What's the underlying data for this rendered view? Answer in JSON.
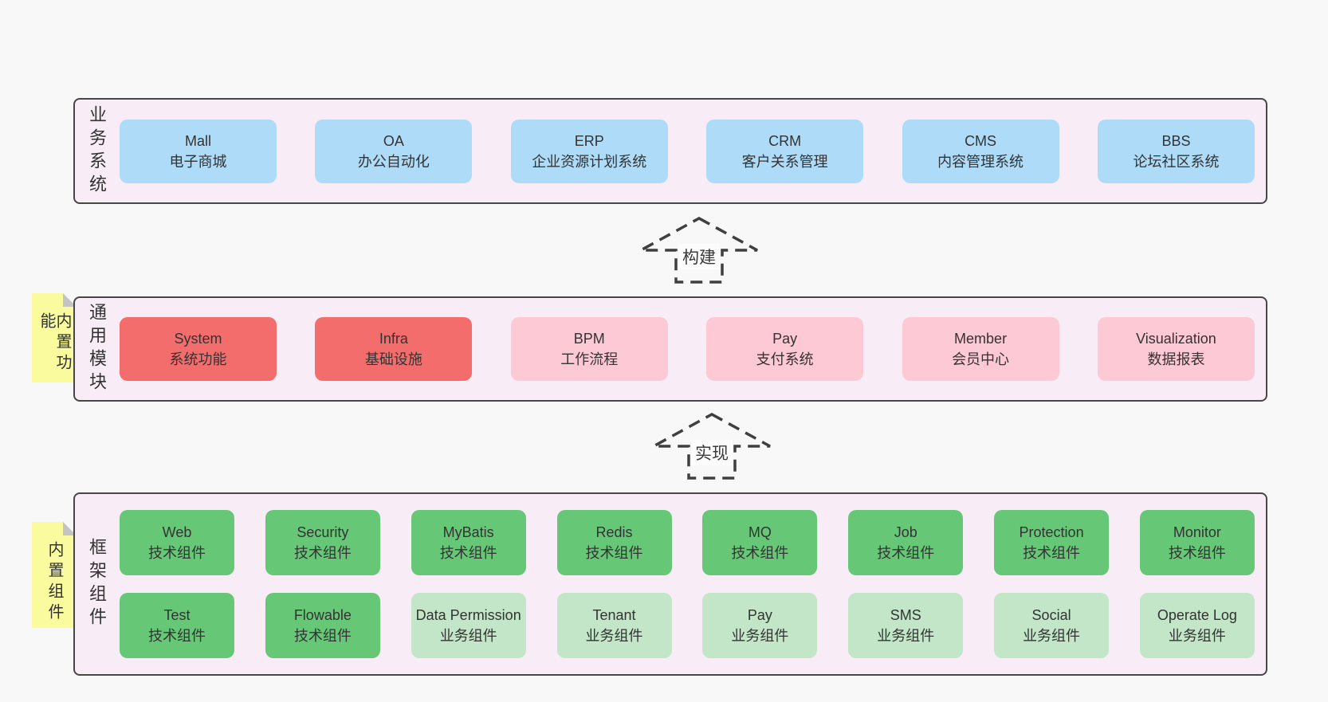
{
  "colors": {
    "page_bg": "#f8f8f8",
    "container_bg": "#f8edf6",
    "container_border": "#474747",
    "node_blue": "#aedcf8",
    "node_red": "#f46d6d",
    "node_pink": "#fdc9d4",
    "node_green": "#66c877",
    "node_light_green": "#c2e6c7",
    "sticky_yellow": "#fafa9f",
    "sticky_fold_gray": "#c4c4c4",
    "text": "#333333",
    "arrow_dash": "#3f3f3f"
  },
  "arrows": {
    "build": "构建",
    "implement": "实现"
  },
  "layers": {
    "business": {
      "label": "业务系统",
      "boxes": [
        {
          "en": "Mall",
          "zh": "电子商城"
        },
        {
          "en": "OA",
          "zh": "办公自动化"
        },
        {
          "en": "ERP",
          "zh": "企业资源计划系统"
        },
        {
          "en": "CRM",
          "zh": "客户关系管理"
        },
        {
          "en": "CMS",
          "zh": "内容管理系统"
        },
        {
          "en": "BBS",
          "zh": "论坛社区系统"
        }
      ]
    },
    "modules": {
      "sticky": "内置功能",
      "label": "通用模块",
      "boxes": [
        {
          "en": "System",
          "zh": "系统功能"
        },
        {
          "en": "Infra",
          "zh": "基础设施"
        },
        {
          "en": "BPM",
          "zh": "工作流程"
        },
        {
          "en": "Pay",
          "zh": "支付系统"
        },
        {
          "en": "Member",
          "zh": "会员中心"
        },
        {
          "en": "Visualization",
          "zh": "数据报表"
        }
      ]
    },
    "components": {
      "sticky": "内置组件",
      "label": "框架组件",
      "row1": [
        {
          "en": "Web",
          "zh": "技术组件"
        },
        {
          "en": "Security",
          "zh": "技术组件"
        },
        {
          "en": "MyBatis",
          "zh": "技术组件"
        },
        {
          "en": "Redis",
          "zh": "技术组件"
        },
        {
          "en": "MQ",
          "zh": "技术组件"
        },
        {
          "en": "Job",
          "zh": "技术组件"
        },
        {
          "en": "Protection",
          "zh": "技术组件"
        },
        {
          "en": "Monitor",
          "zh": "技术组件"
        }
      ],
      "row2": [
        {
          "en": "Test",
          "zh": "技术组件"
        },
        {
          "en": "Flowable",
          "zh": "技术组件"
        },
        {
          "en": "Data Permission",
          "zh": "业务组件"
        },
        {
          "en": "Tenant",
          "zh": "业务组件"
        },
        {
          "en": "Pay",
          "zh": "业务组件"
        },
        {
          "en": "SMS",
          "zh": "业务组件"
        },
        {
          "en": "Social",
          "zh": "业务组件"
        },
        {
          "en": "Operate Log",
          "zh": "业务组件"
        }
      ]
    }
  }
}
